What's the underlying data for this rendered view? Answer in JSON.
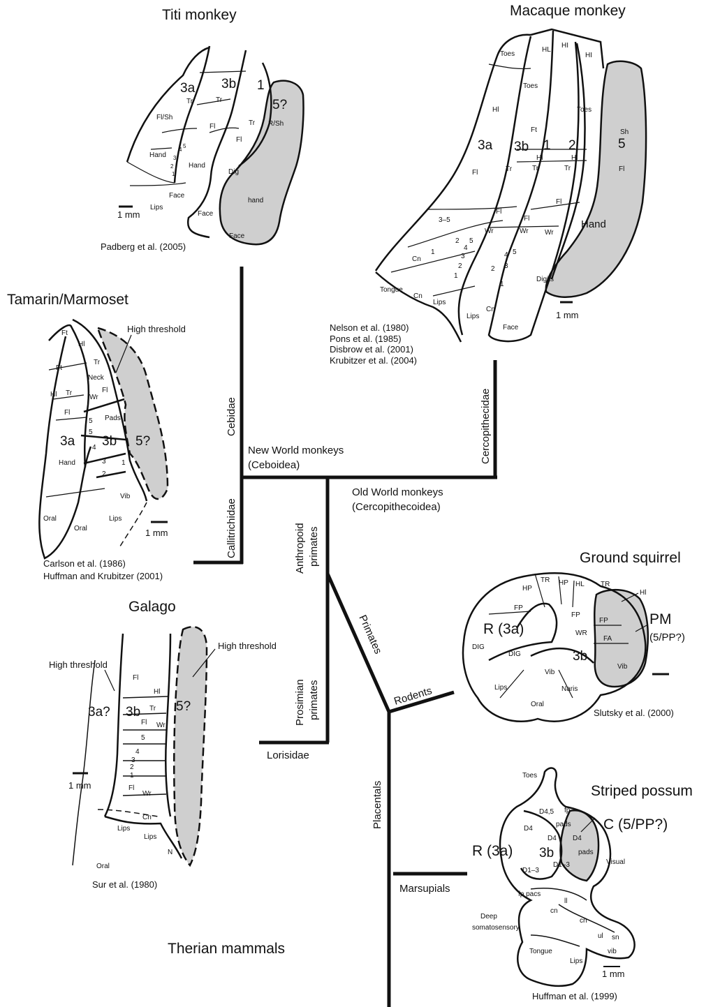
{
  "titles": {
    "titi": "Titi monkey",
    "macaque": "Macaque monkey",
    "tamarin": "Tamarin/Marmoset",
    "galago": "Galago",
    "squirrel": "Ground squirrel",
    "possum": "Striped possum",
    "therian": "Therian mammals"
  },
  "citations": {
    "titi": "Padberg et al. (2005)",
    "macaque": [
      "Nelson et al. (1980)",
      "Pons et al. (1985)",
      "Disbrow et al. (2001)",
      "Krubitzer et al. (2004)"
    ],
    "tamarin": [
      "Carlson et al. (1986)",
      "Huffman and Krubitzer (2001)"
    ],
    "galago": "Sur et al. (1980)",
    "squirrel": "Slutsky et al. (2000)",
    "possum": "Huffman et al. (1999)"
  },
  "tree": {
    "cebidae": "Cebidae",
    "callitrichidae": "Callitrichidae",
    "cercopithecidae": "Cercopithecidae",
    "new_world": [
      "New World monkeys",
      "(Ceboidea)"
    ],
    "old_world": [
      "Old World monkeys",
      "(Cercopithecoidea)"
    ],
    "anthropoid": [
      "Anthropoid",
      "primates"
    ],
    "prosimian": [
      "Prosimian",
      "primates"
    ],
    "lorisidae": "Lorisidae",
    "primates": "Primates",
    "rodents": "Rodents",
    "placentals": "Placentals",
    "marsupials": "Marsupials"
  },
  "scale": "1 mm",
  "titi_labels": {
    "a3a": "3a",
    "a3b": "3b",
    "a1": "1",
    "a5": "5?",
    "tr": "Tr",
    "flsh": "Fl/Sh",
    "fl": "Fl",
    "rsh": "R/Sh",
    "hand": "Hand",
    "hand2": "hand",
    "dig": "Dig",
    "face": "Face",
    "lips": "Lips",
    "d5": "5",
    "d4": "4",
    "d3": "3",
    "d2": "2",
    "d1": "1"
  },
  "macaque_labels": {
    "toes": "Toes",
    "hl": "HL",
    "hi": "HI",
    "hl2": "Hl",
    "ft": "Ft",
    "a3a": "3a",
    "a3b": "3b",
    "a1": "1",
    "a2": "2",
    "a5": "5",
    "sh": "Sh",
    "fl": "Fl",
    "tr": "Tr",
    "wr": "Wr",
    "hand": "Hand",
    "digits": "Digits",
    "cn": "Cn",
    "tongue": "Tongue",
    "lips": "Lips",
    "face": "Face",
    "r35": "3–5",
    "d1": "1",
    "d2": "2",
    "d3": "3",
    "d4": "4",
    "d5": "5"
  },
  "tamarin_labels": {
    "ft": "Ft",
    "hl": "Hl",
    "tr": "Tr",
    "neck": "Neck",
    "fl": "Fl",
    "wr": "Wr",
    "pads": "Pads",
    "a3a": "3a",
    "a3b": "3b",
    "a5": "5?",
    "hand": "Hand",
    "vib": "Vib",
    "lips": "Lips",
    "oral": "Oral",
    "high": "High threshold",
    "d5": "5",
    "d4": "4",
    "d3": "3",
    "d2": "2",
    "d1": "1"
  },
  "galago_labels": {
    "high": "High threshold",
    "a3a": "3a?",
    "a3b": "3b",
    "a5": "5?",
    "fl": "Fl",
    "hl": "Hl",
    "tr": "Tr",
    "wr": "Wr",
    "cn": "Cn",
    "lips": "Lips",
    "oral": "Oral",
    "n": "N",
    "d5": "5",
    "d4": "4",
    "d3": "3",
    "d2": "2",
    "d1": "1"
  },
  "squirrel_labels": {
    "tr": "TR",
    "hp": "HP",
    "hl": "HL",
    "hl2": "Hl",
    "fp": "FP",
    "r3a": "R (3a)",
    "pm": "PM",
    "pm2": "(5/PP?)",
    "dig": "DIG",
    "wr": "WR",
    "fa": "FA",
    "a3b": "3b",
    "vib": "Vib",
    "lips": "Lips",
    "oral": "Oral",
    "naris": "Naris"
  },
  "possum_labels": {
    "toes": "Toes",
    "d45": "D4,5",
    "fp": "fp",
    "d4": "D4",
    "pads": "pads",
    "c": "C (5/PP?)",
    "r3a": "R (3a)",
    "a3b": "3b",
    "d13": "D1–3",
    "visual": "Visual",
    "fppacs": "fp pacs",
    "ll": "ll",
    "cn": "cn",
    "ul": "ul",
    "sn": "sn",
    "vib": "vib",
    "deep": [
      "Deep",
      "somatosensory"
    ],
    "tongue": "Tongue",
    "lips": "Lips"
  }
}
